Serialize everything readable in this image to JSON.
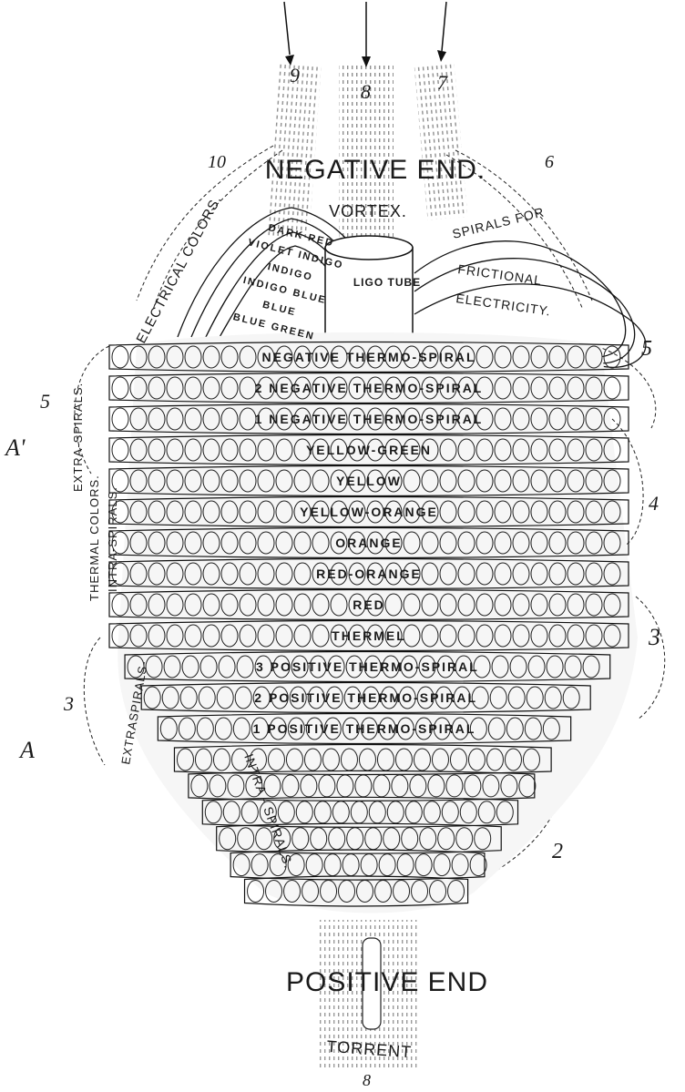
{
  "labels": {
    "negative_end": "NEGATIVE END.",
    "positive_end": "POSITIVE END",
    "vortex": "VORTEX.",
    "torrent": "TORRENT",
    "ligo_tube": "LIGO TUBE",
    "electrical_colors": "ELECTRICAL COLORS.",
    "spirals_for": "SPIRALS FOR",
    "frictional": "FRICTIONAL",
    "electricity": "ELECTRICITY.",
    "extra_spirals_upper": "EXTRA-SPIRALS.",
    "thermal_colors": "THERMAL COLORS.",
    "intra_spirals_upper": "INTRA-SPIRALS.",
    "extraspirals_lower": "EXTRASPIRALS-",
    "intra_spirals_lower": "INTRA - SPIRALS.",
    "side_A_prime": "A'",
    "side_A": "A"
  },
  "numbers": {
    "n9": "9",
    "n8_top": "8",
    "n7": "7",
    "n10": "10",
    "n6": "6",
    "n5_left": "5",
    "n5_right": "5",
    "n4": "4",
    "n3_left": "3",
    "n3_right": "3",
    "n2": "2",
    "n8_bottom": "8"
  },
  "upper_spirals": [
    "DARK RED",
    "VIOLET INDIGO",
    "INDIGO",
    "INDIGO BLUE",
    "BLUE",
    "BLUE GREEN"
  ],
  "spiral_rows": [
    "NEGATIVE THERMO-SPIRAL",
    "2 NEGATIVE THERMO-SPIRAL",
    "1 NEGATIVE THERMO-SPIRAL",
    "YELLOW-GREEN",
    "YELLOW",
    "YELLOW-ORANGE",
    "ORANGE",
    "RED-ORANGE",
    "RED",
    "THERMEL",
    "3 POSITIVE THERMO-SPIRAL",
    "2 POSITIVE THERMO-SPIRAL",
    "1 POSITIVE THERMO-SPIRAL"
  ]
}
